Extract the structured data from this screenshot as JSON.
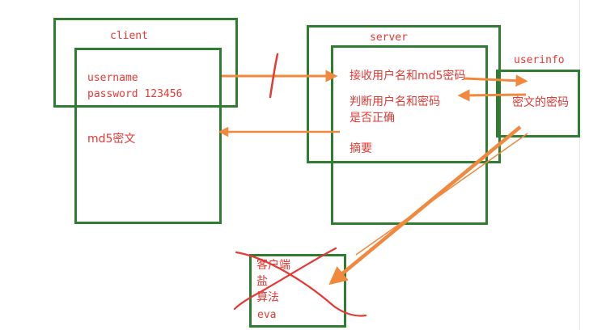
{
  "client": {
    "title": "client",
    "username_line": "username",
    "password_line": "password  123456",
    "md5_line": "md5密文"
  },
  "server": {
    "title": "server",
    "line1": "接收用户名和md5密码",
    "line2": "判断用户名和密码",
    "line3": "是否正确",
    "line4": "摘要"
  },
  "userinfo": {
    "title": "userinfo",
    "content": "密文的密码"
  },
  "salt_box": {
    "line1": "客户端",
    "line2": "盐",
    "line3": "算法",
    "line4": "eva"
  },
  "colors": {
    "box_border": "#2e7d32",
    "text": "#e53935",
    "arrow": "#f0883e",
    "strike": "#e53935"
  }
}
